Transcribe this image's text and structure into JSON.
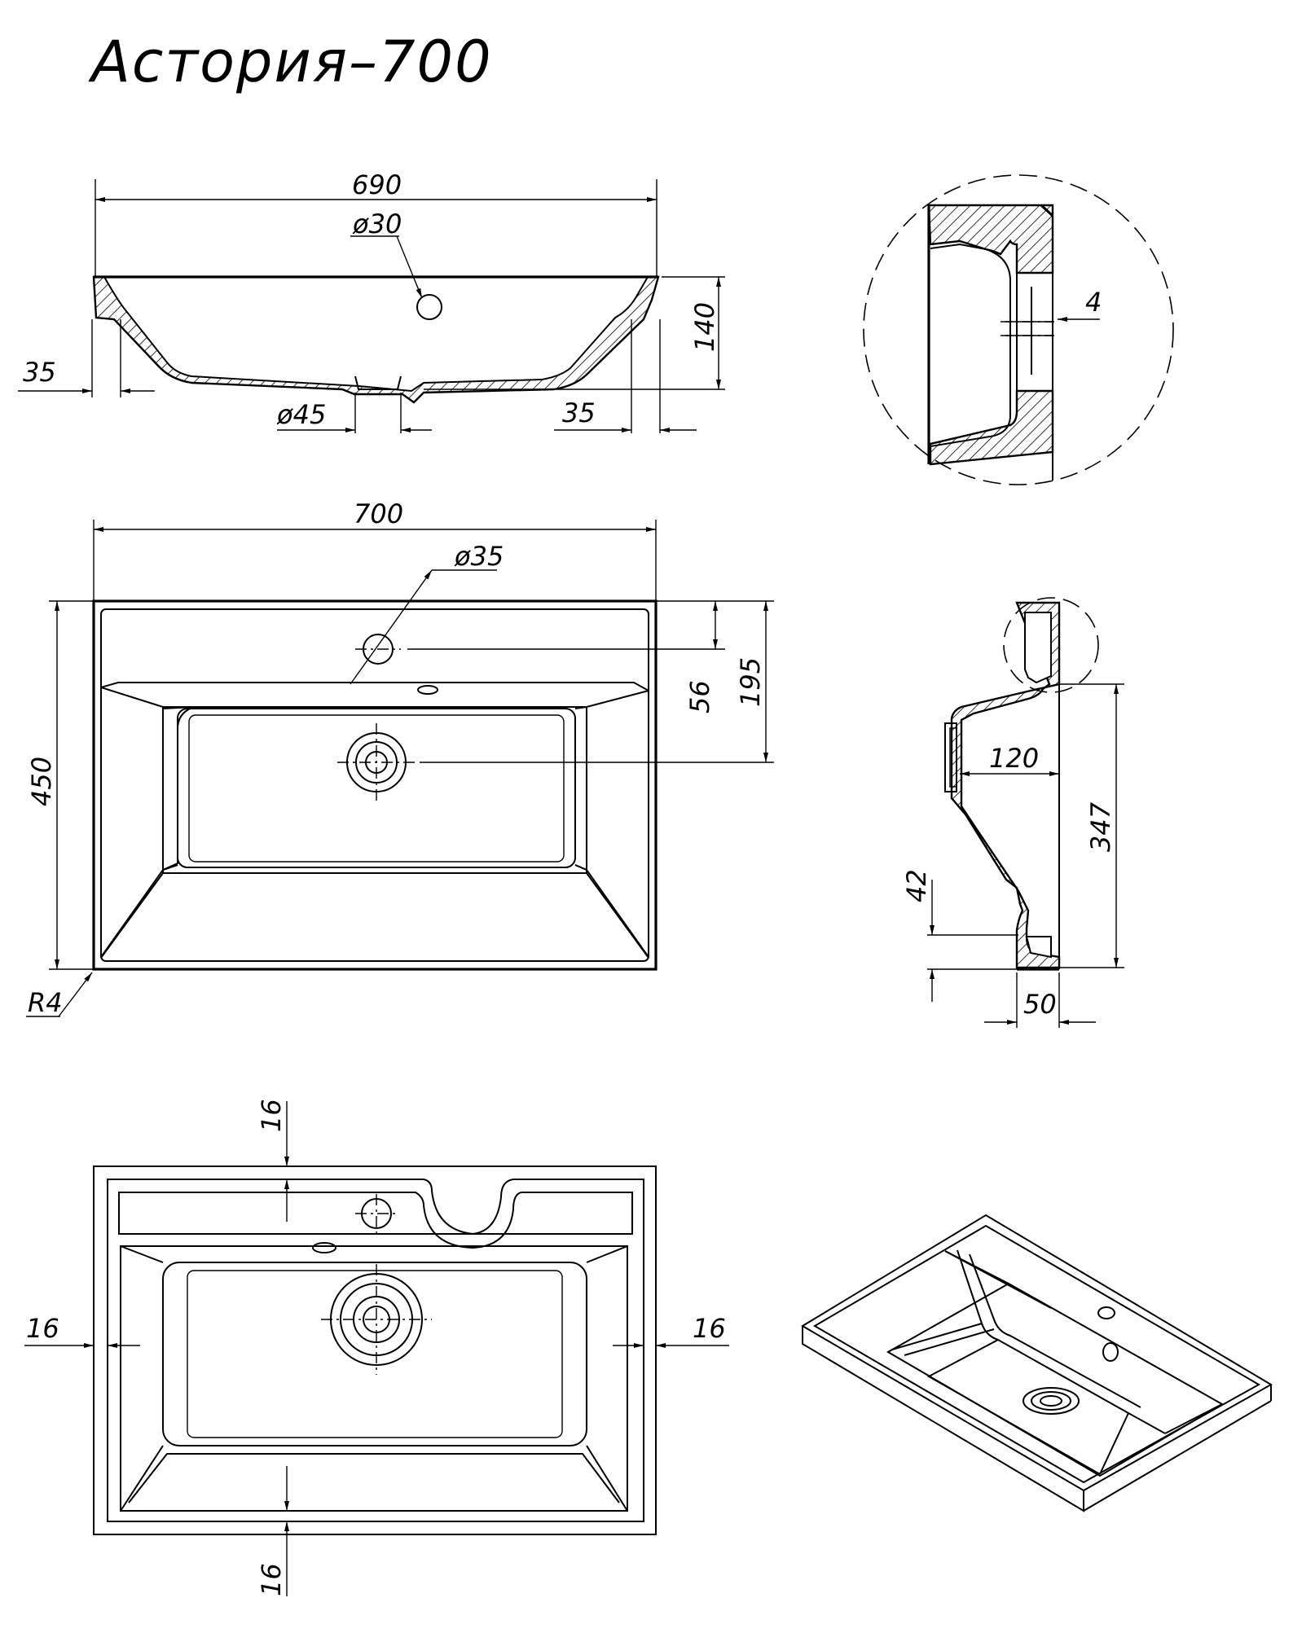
{
  "drawing": {
    "title": "Астория–700",
    "section_view": {
      "width": "690",
      "height": "140",
      "overflow_dia": "ø30",
      "drain_dia": "ø45",
      "left_offset": "35",
      "right_offset": "35"
    },
    "detail_view": {
      "gap": "4"
    },
    "top_view": {
      "width": "700",
      "depth": "450",
      "tap_hole_dia": "ø35",
      "tap_offset": "56",
      "drain_offset": "195",
      "corner_radius": "R4"
    },
    "side_section": {
      "depth": "120",
      "height": "347",
      "rim": "42",
      "base": "50"
    },
    "bottom_view": {
      "top_margin": "16",
      "bottom_margin": "16",
      "left_margin": "16",
      "right_margin": "16"
    }
  }
}
